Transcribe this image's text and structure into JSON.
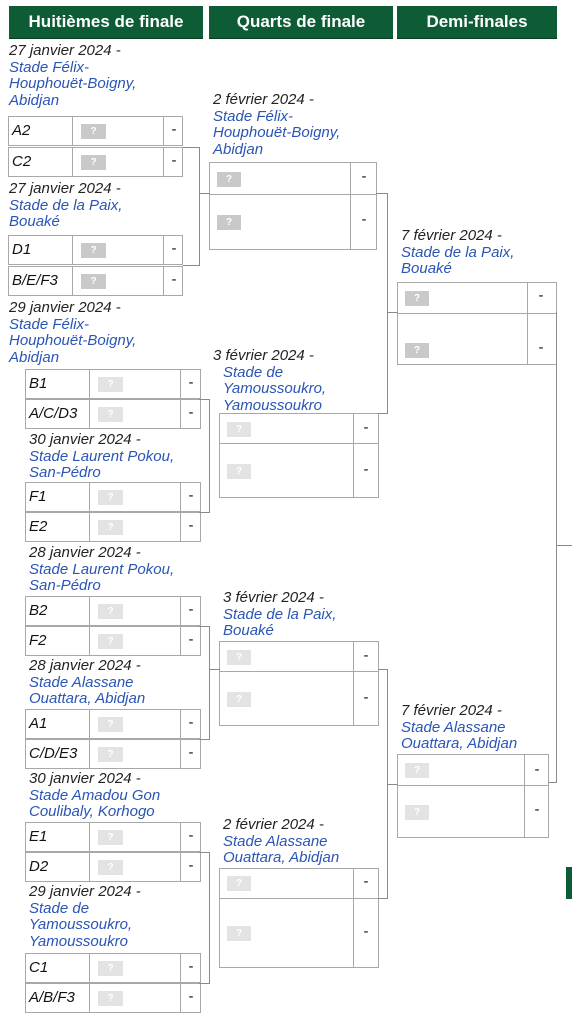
{
  "headers": {
    "round_of_16": "Huitièmes de finale",
    "quarter_finals": "Quarts de finale",
    "semi_finals": "Demi-finales"
  },
  "placeholder_flag": "?",
  "score_placeholder": "-",
  "round_of_16": [
    {
      "date": "27 janvier 2024 -",
      "venue_lines": [
        "Stade Félix-",
        "Houphouët-Boigny,",
        "Abidjan"
      ],
      "teams": [
        "A2",
        "C2"
      ]
    },
    {
      "date": "27 janvier 2024 -",
      "venue_lines": [
        "Stade de la Paix,",
        "Bouaké"
      ],
      "teams": [
        "D1",
        "B/E/F3"
      ]
    },
    {
      "date": "29 janvier 2024 -",
      "venue_lines": [
        "Stade Félix-",
        "Houphouët-Boigny,",
        "Abidjan"
      ],
      "teams": [
        "B1",
        "A/C/D3"
      ]
    },
    {
      "date": "30 janvier 2024 -",
      "venue_lines": [
        "Stade Laurent Pokou,",
        "San-Pédro"
      ],
      "teams": [
        "F1",
        "E2"
      ]
    },
    {
      "date": "28 janvier 2024 -",
      "venue_lines": [
        "Stade Laurent Pokou,",
        "San-Pédro"
      ],
      "teams": [
        "B2",
        "F2"
      ]
    },
    {
      "date": "28 janvier 2024 -",
      "venue_lines": [
        "Stade Alassane",
        "Ouattara, Abidjan"
      ],
      "teams": [
        "A1",
        "C/D/E3"
      ]
    },
    {
      "date": "30 janvier 2024 -",
      "venue_lines": [
        "Stade Amadou Gon",
        "Coulibaly, Korhogo"
      ],
      "teams": [
        "E1",
        "D2"
      ]
    },
    {
      "date": "29 janvier 2024 -",
      "venue_lines": [
        "Stade de",
        "Yamoussoukro,",
        "Yamoussoukro"
      ],
      "teams": [
        "C1",
        "A/B/F3"
      ]
    }
  ],
  "quarter_finals": [
    {
      "date": "2 février 2024 -",
      "venue_lines": [
        "Stade Félix-",
        "Houphouët-Boigny,",
        "Abidjan"
      ]
    },
    {
      "date": "3 février 2024 -",
      "venue_lines": [
        "Stade de",
        "Yamoussoukro,",
        "Yamoussoukro"
      ]
    },
    {
      "date": "3 février 2024 -",
      "venue_lines": [
        "Stade de la Paix,",
        "Bouaké"
      ]
    },
    {
      "date": "2 février 2024 -",
      "venue_lines": [
        "Stade Alassane",
        "Ouattara, Abidjan"
      ]
    }
  ],
  "semi_finals": [
    {
      "date": "7 février 2024 -",
      "venue_lines": [
        "Stade de la Paix,",
        "Bouaké"
      ]
    },
    {
      "date": "7 février 2024 -",
      "venue_lines": [
        "Stade Alassane",
        "Ouattara, Abidjan"
      ]
    }
  ]
}
